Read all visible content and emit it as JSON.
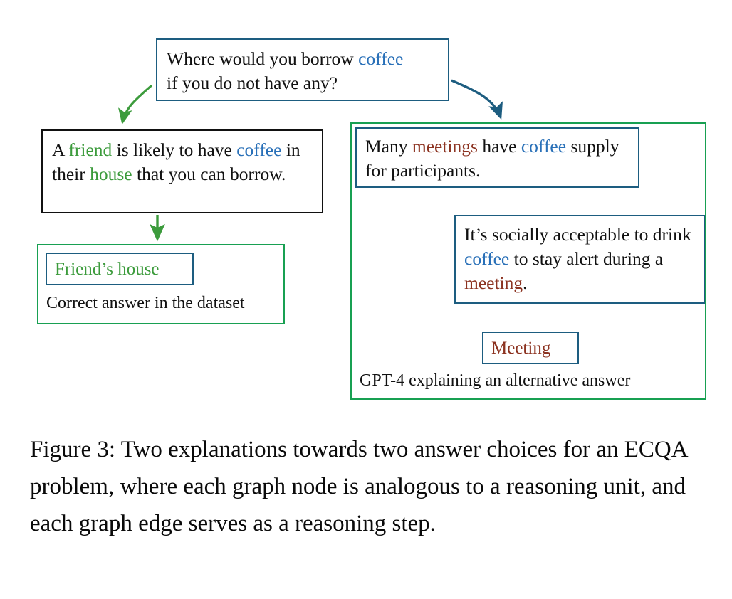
{
  "figure": {
    "caption": "Figure 3: Two explanations towards two answer choices for an ECQA problem, where each graph node is analogous to a reasoning unit, and each graph edge serves as a reasoning step."
  },
  "colors": {
    "blue_entity": "#2970b8",
    "green_entity": "#3c9b3c",
    "red_entity": "#8c3321",
    "navy_border": "#1d5d80",
    "green_border": "#18a052",
    "black_border": "#111111",
    "green_edge": "#3c9b3c",
    "navy_edge": "#1d5d80",
    "red_edge": "#8c3321"
  },
  "question_node": {
    "line1_a": "Where would you borrow ",
    "line1_highlight": "coffee",
    "line2": "if you do not have any?"
  },
  "left_branch": {
    "explanation_node": {
      "seg1": "A ",
      "seg2_highlight": "friend",
      "seg3": " is likely to have ",
      "seg4_highlight": "coffee",
      "seg5": " in their ",
      "seg6_highlight": "house",
      "seg7": " that you can borrow."
    },
    "answer_node_label": "Friend’s house",
    "group_caption": "Correct answer in the dataset"
  },
  "right_branch": {
    "meetings_node": {
      "seg1": "Many ",
      "seg2_highlight": "meetings",
      "seg3": " have ",
      "seg4_highlight": "coffee",
      "seg5": " supply for participants."
    },
    "social_node": {
      "seg1": "It’s socially acceptable to drink ",
      "seg2_highlight": "coffee",
      "seg3": " to stay alert during a ",
      "seg4_highlight": "meeting",
      "seg5": "."
    },
    "answer_node_label": "Meeting",
    "group_caption": "GPT-4 explaining an alternative answer"
  },
  "edges": [
    {
      "name": "question-to-friend",
      "color": "#3c9b3c"
    },
    {
      "name": "question-to-meetings",
      "color": "#1d5d80"
    },
    {
      "name": "friend-to-friend-house",
      "color": "#3c9b3c"
    },
    {
      "name": "meetings-to-meeting",
      "color": "#8c3321"
    },
    {
      "name": "social-to-meeting",
      "color": "#8c3321"
    }
  ]
}
